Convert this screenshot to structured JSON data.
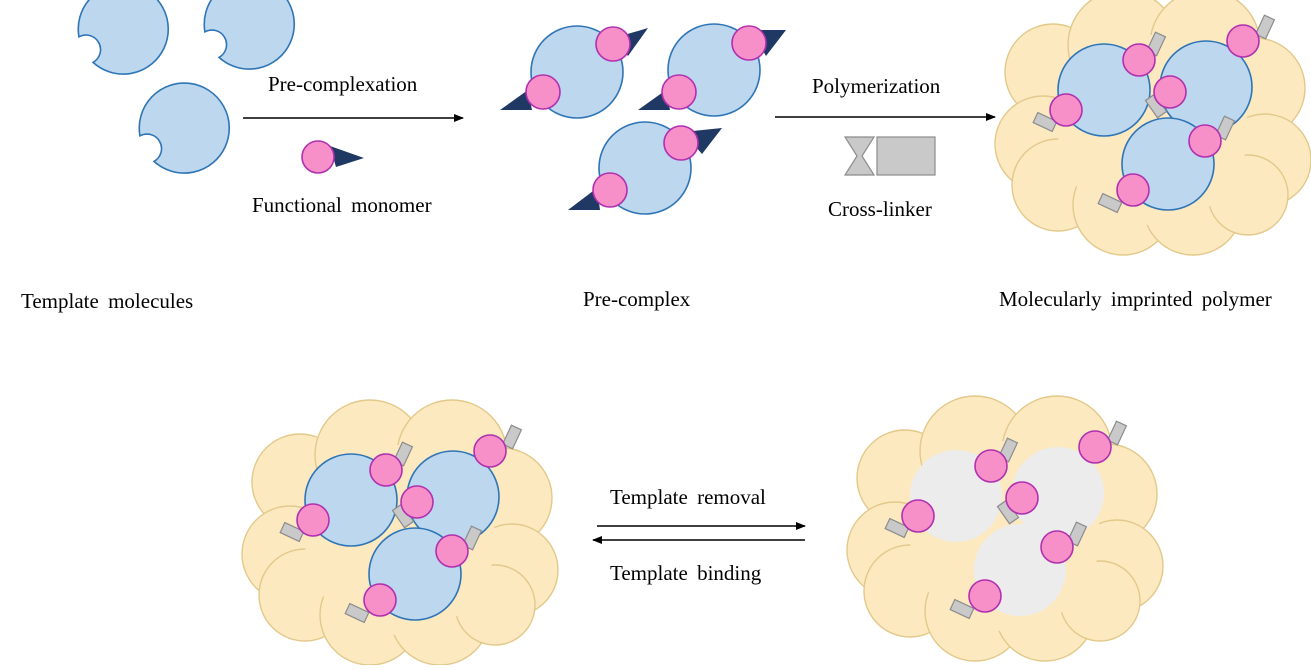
{
  "stages": {
    "template_molecules": "Template molecules",
    "pre_complex": "Pre-complex",
    "mip": "Molecularly imprinted polymer"
  },
  "steps": {
    "pre_complexation": "Pre-complexation",
    "functional_monomer": "Functional monomer",
    "polymerization": "Polymerization",
    "cross_linker": "Cross-linker",
    "template_removal": "Template removal",
    "template_binding": "Template binding"
  },
  "colors": {
    "template_fill": "#bdd7ee",
    "template_stroke": "#2e75b6",
    "monomer_fill": "#f78fc8",
    "monomer_stroke": "#b030b0",
    "monomer_head": "#1f3864",
    "polymer_fill": "#fce9c0",
    "polymer_stroke": "#e2c98a",
    "cavity_fill": "#ececec",
    "crosslinker_fill": "#c9c9c9",
    "crosslinker_stroke": "#8c8c8c"
  }
}
